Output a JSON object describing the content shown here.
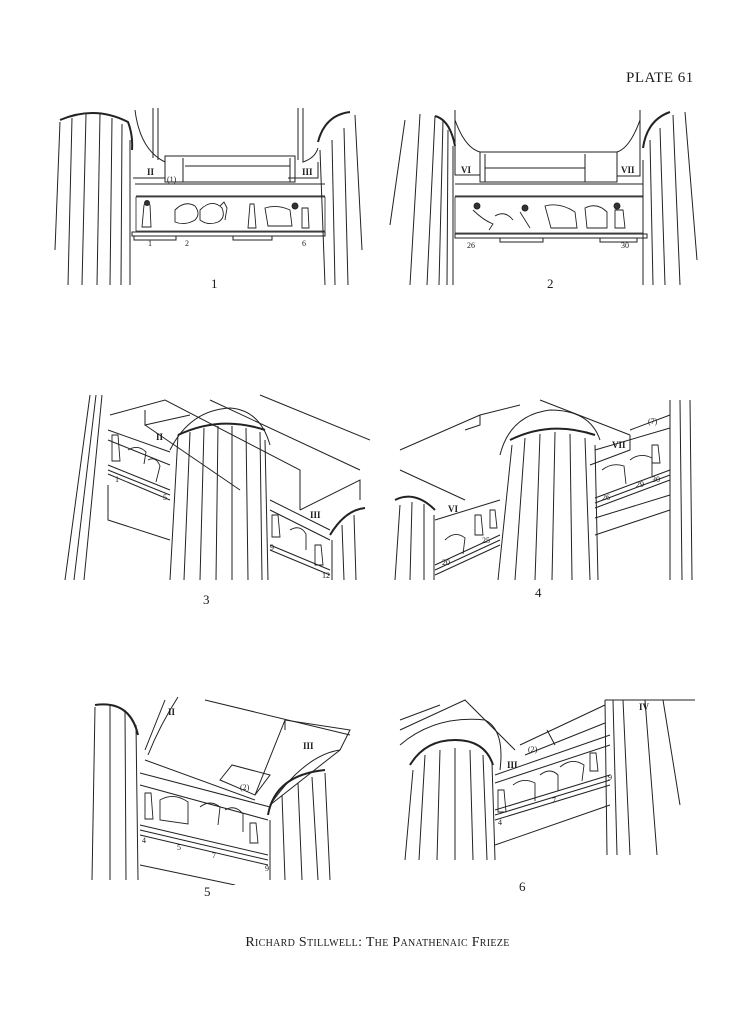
{
  "page": {
    "plate_label": "PLATE 61",
    "caption": "Richard Stillwell: The Panathenaic Frieze"
  },
  "figures": [
    {
      "number": "1",
      "labels": {
        "left_pillar": "II",
        "right_pillar": "III",
        "frieze_marker": "(1)",
        "slab_left": "1",
        "slab_mid": "2",
        "slab_right": "6"
      }
    },
    {
      "number": "2",
      "labels": {
        "left_pillar": "VI",
        "right_pillar": "VII",
        "slab_left": "26",
        "slab_right": "30"
      }
    },
    {
      "number": "3",
      "labels": {
        "left_pillar": "II",
        "right_pillar": "III",
        "slab_a": "1",
        "slab_b": "5",
        "slab_c": "9",
        "slab_d": "12"
      }
    },
    {
      "number": "4",
      "labels": {
        "left_pillar": "VI",
        "right_pillar": "VII",
        "frieze_marker": "(7)",
        "slab_a": "20",
        "slab_b": "25",
        "slab_c": "26",
        "slab_d": "29",
        "slab_e": "30"
      }
    },
    {
      "number": "5",
      "labels": {
        "left_pillar": "II",
        "right_pillar": "III",
        "frieze_marker": "(2)",
        "slab_a": "4",
        "slab_b": "5",
        "slab_c": "7",
        "slab_d": "9"
      }
    },
    {
      "number": "6",
      "labels": {
        "left_pillar": "III",
        "right_pillar": "IV",
        "frieze_marker": "(2)",
        "slab_a": "4",
        "slab_b": "7",
        "slab_c": "9"
      }
    }
  ]
}
